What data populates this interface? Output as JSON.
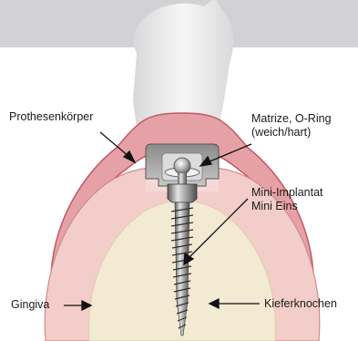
{
  "labels": {
    "prosthesis_body": "Prothesenkörper",
    "matrix_line1": "Matrize, O-Ring",
    "matrix_line2": "(weich/hart)",
    "implant_line1": "Mini-Implantat",
    "implant_line2": "Mini Eins",
    "gingiva": "Gingiva",
    "jawbone": "Kieferknochen"
  },
  "colors": {
    "background": "#ffffff",
    "top_band": "#d2d2d4",
    "tooth": "#eeeeef",
    "prosthesis_base": "#e6a1a6",
    "prosthesis_outline": "#c05a64",
    "gingiva": "#f3cdc9",
    "gingiva_outline": "#cf8c8c",
    "bone": "#f3ead4",
    "implant_metal": "#9a9a9a",
    "leader_line": "#111111"
  }
}
